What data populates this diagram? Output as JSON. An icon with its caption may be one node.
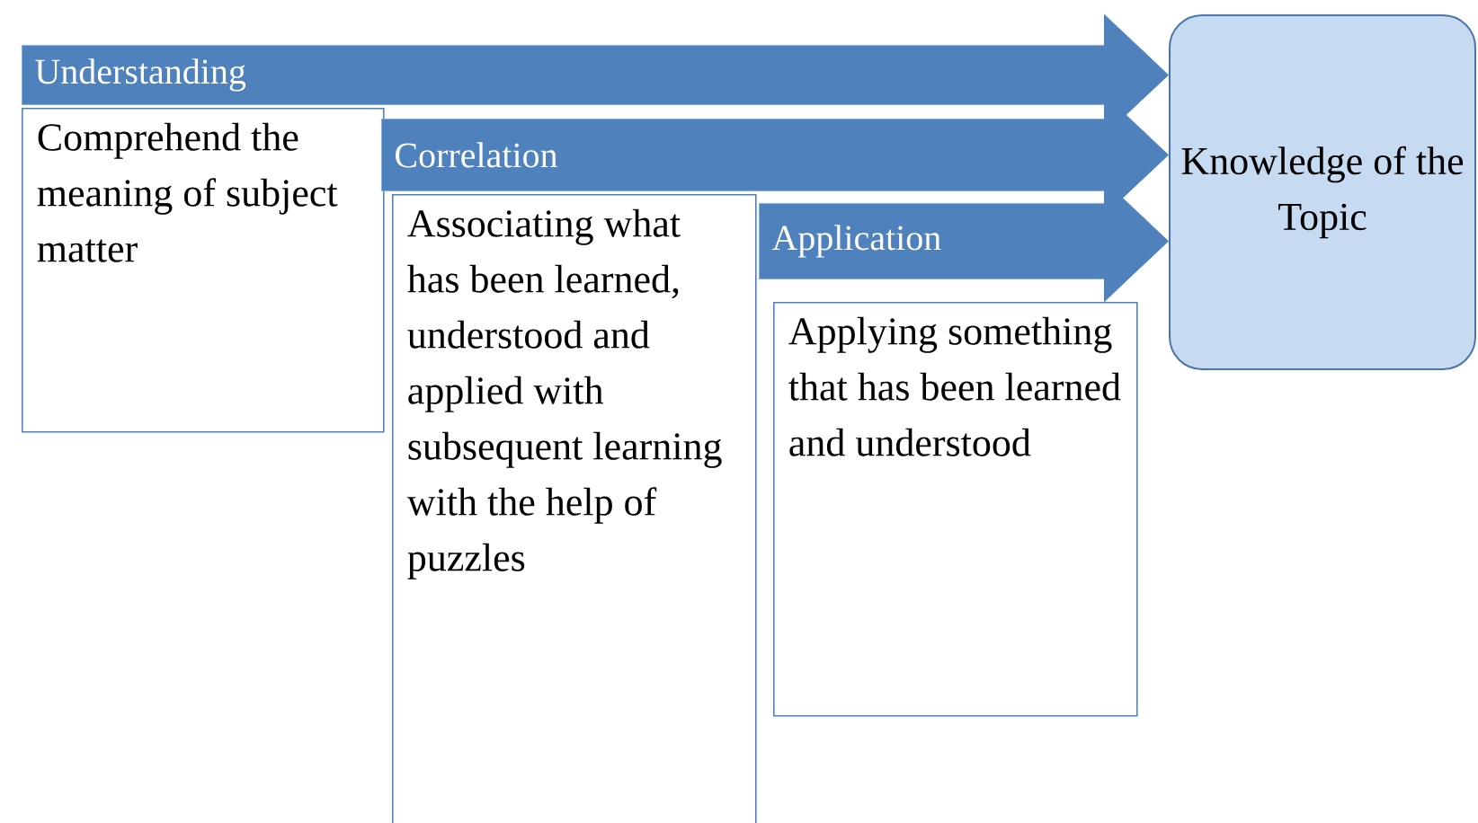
{
  "diagram": {
    "nodes": [
      {
        "text": [
          "Understanding"
        ]
      },
      {
        "text": [
          "Comprehend the meaning of subject matter"
        ]
      },
      {
        "text": [
          "Correlation"
        ]
      },
      {
        "text": [
          "Associating what has been learned, understood and applied with subsequent learning with the help of puzzles"
        ]
      },
      {
        "text": [
          "Application"
        ]
      },
      {
        "text": [
          "Applying something that has been learned and understood"
        ]
      },
      {
        "text": [
          "Knowledge of the Topic"
        ]
      }
    ],
    "edges": [
      {
        "from": 0,
        "to": 6,
        "arrow": "to"
      },
      {
        "from": 2,
        "to": 6,
        "arrow": "to"
      },
      {
        "from": 4,
        "to": 6,
        "arrow": "to"
      }
    ]
  }
}
